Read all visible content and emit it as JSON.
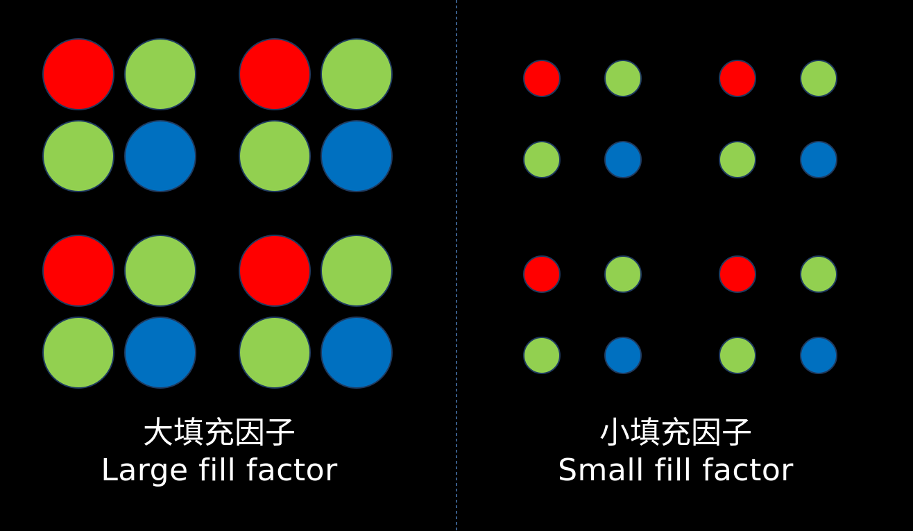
{
  "colors": {
    "background": "#000000",
    "red": "#ff0000",
    "green": "#92d050",
    "blue": "#0070c0",
    "circle_outline": "#1f3a5f",
    "divider": "#4a7ab5",
    "text": "#ffffff"
  },
  "panels": [
    {
      "id": "large",
      "caption_zh": "大填充因子",
      "caption_en": "Large fill factor",
      "fill_factor": "large"
    },
    {
      "id": "small",
      "caption_zh": "小填充因子",
      "caption_en": "Small fill factor",
      "fill_factor": "small"
    }
  ],
  "pixel_pattern": [
    [
      "red",
      "green"
    ],
    [
      "green",
      "blue"
    ]
  ],
  "tile_grid": {
    "rows": 2,
    "cols": 2
  }
}
